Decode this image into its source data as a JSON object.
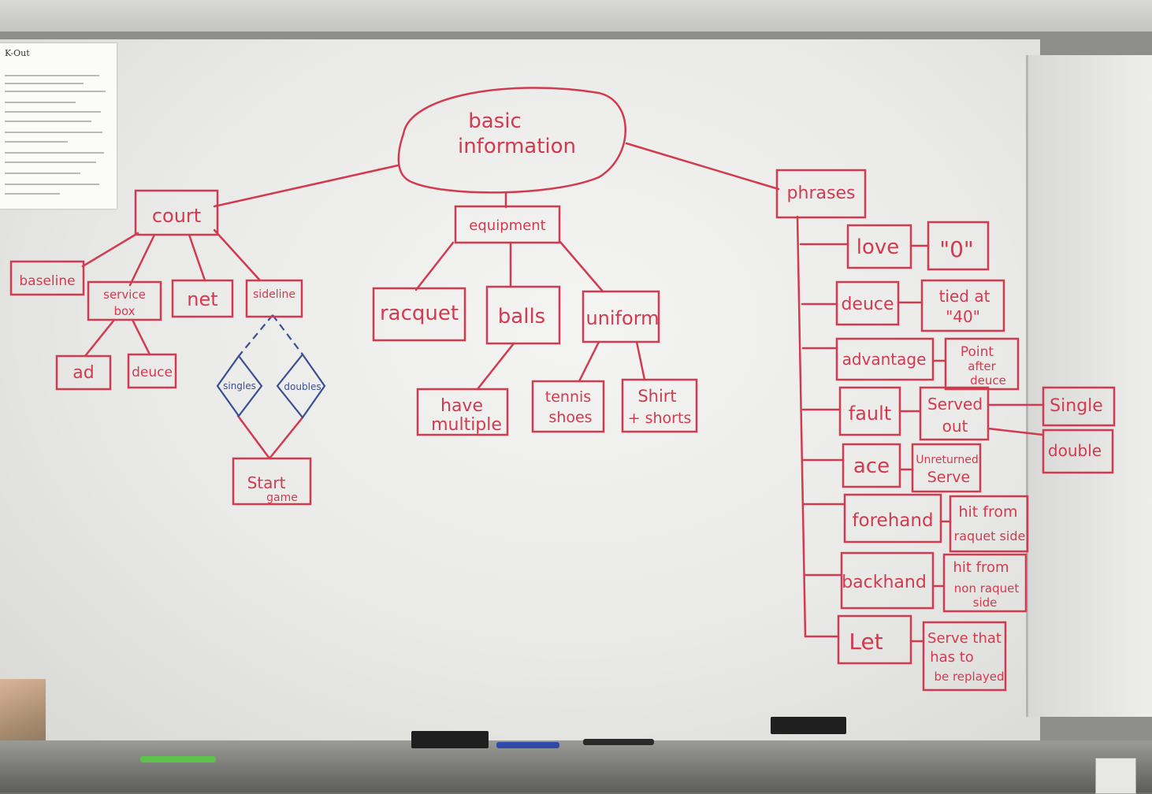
{
  "notice": {
    "title": "K-Out"
  },
  "nodes": {
    "root": {
      "line1": "basic",
      "line2": "information"
    },
    "court": "court",
    "baseline": "baseline",
    "service_box": {
      "line1": "service",
      "line2": "box"
    },
    "net": "net",
    "sideline": "sideline",
    "ad": "ad",
    "deuce_court": "deuce",
    "singles": "singles",
    "doubles": "doubles",
    "start_game": {
      "line1": "Start",
      "line2": "game"
    },
    "equipment": "equipment",
    "racquet": "racquet",
    "balls": "balls",
    "uniform": "uniform",
    "have_multiple": {
      "line1": "have",
      "line2": "multiple"
    },
    "tennis_shoes": {
      "line1": "tennis",
      "line2": "shoes"
    },
    "shirt_shorts": {
      "line1": "Shirt",
      "line2": "+ shorts"
    },
    "phrases": "phrases",
    "love": "love",
    "love_def": "\"0\"",
    "deuce": "deuce",
    "deuce_def": {
      "line1": "tied at",
      "line2": "\"40\""
    },
    "advantage": "advantage",
    "advantage_def": {
      "line1": "Point",
      "line2": "after",
      "line3": "deuce"
    },
    "fault": "fault",
    "fault_def": {
      "line1": "Served",
      "line2": "out"
    },
    "single": "Single",
    "double": "double",
    "ace": "ace",
    "ace_def": {
      "line1": "Unreturned",
      "line2": "Serve"
    },
    "forehand": "forehand",
    "forehand_def": {
      "line1": "hit from",
      "line2": "raquet side"
    },
    "backhand": "backhand",
    "backhand_def": {
      "line1": "hit from",
      "line2": "non raquet",
      "line3": "side"
    },
    "let": "Let",
    "let_def": {
      "line1": "Serve that",
      "line2": "has to",
      "line3": "be replayed"
    }
  },
  "colors": {
    "marker_red": "#d23a4f",
    "marker_blue": "#3b4f93",
    "board": "#ececea"
  }
}
